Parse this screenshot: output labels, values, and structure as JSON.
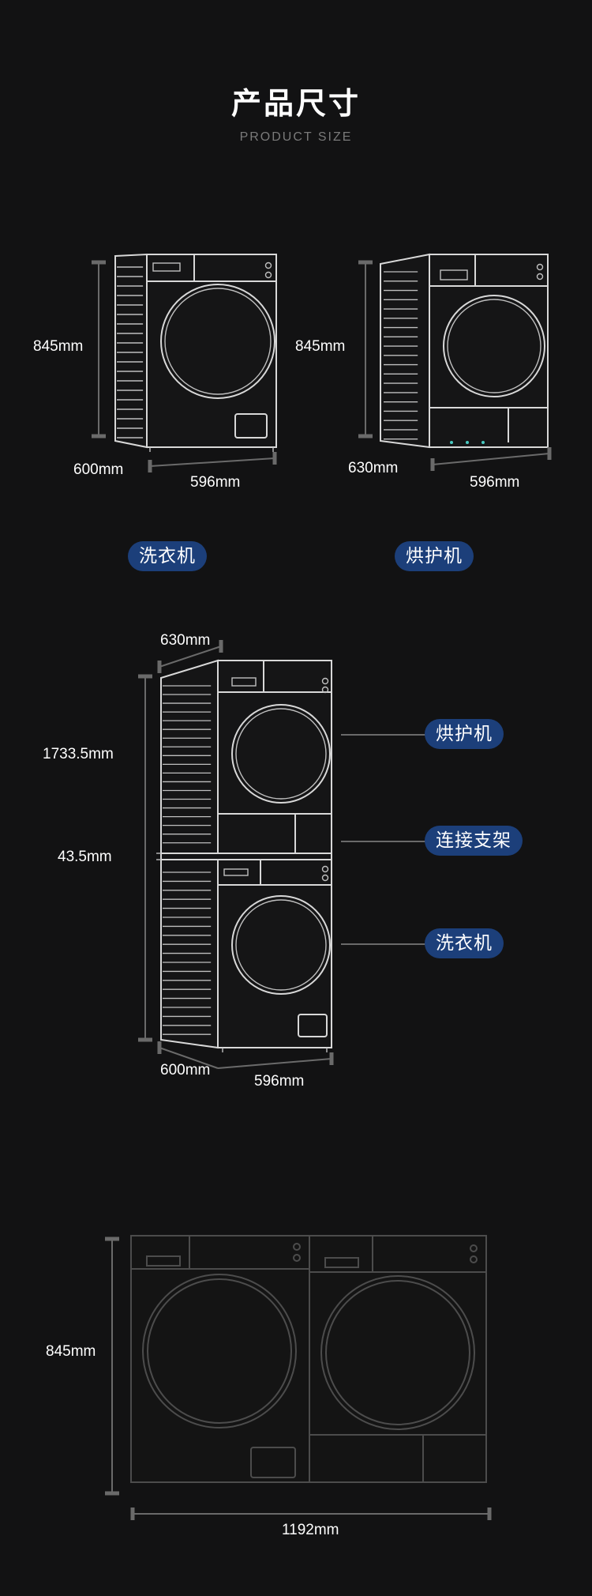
{
  "header": {
    "title": "产品尺寸",
    "subtitle": "PRODUCT SIZE"
  },
  "section1": {
    "washer": {
      "height": "845mm",
      "depth": "600mm",
      "width": "596mm",
      "label": "洗衣机"
    },
    "dryer": {
      "height": "845mm",
      "depth": "630mm",
      "width": "596mm",
      "label": "烘护机"
    }
  },
  "section2": {
    "top_depth": "630mm",
    "total_height": "1733.5mm",
    "bracket_height": "43.5mm",
    "bottom_depth": "600mm",
    "width": "596mm",
    "labels": {
      "dryer": "烘护机",
      "bracket": "连接支架",
      "washer": "洗衣机"
    }
  },
  "section3": {
    "height": "845mm",
    "total_width": "1192mm"
  }
}
